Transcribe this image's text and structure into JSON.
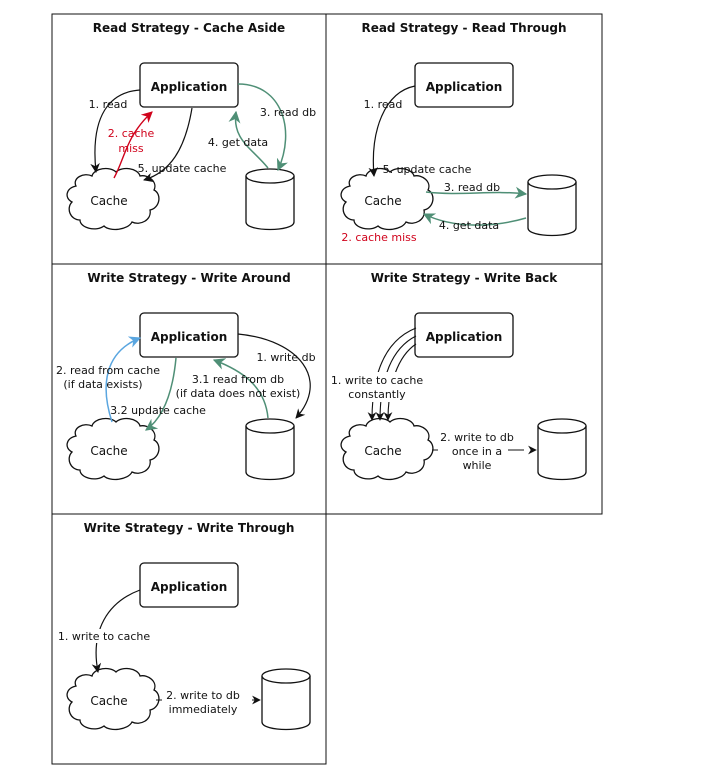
{
  "colors": {
    "ink": "#111111",
    "miss": "#d0021b",
    "dbArrow": "#4f8f76",
    "cacheArrow": "#5aa6e0"
  },
  "panels": {
    "cache_aside": {
      "title": "Read Strategy - Cache Aside",
      "app": "Application",
      "cache": "Cache",
      "step1": "1. read",
      "step2_line1": "2. cache",
      "step2_line2": "miss",
      "step3": "3. read db",
      "step4": "4. get data",
      "step5": "5. update cache"
    },
    "read_through": {
      "title": "Read Strategy - Read Through",
      "app": "Application",
      "cache": "Cache",
      "step1": "1. read",
      "step5": "5. update cache",
      "step3": "3. read db",
      "step4": "4. get data",
      "step2": "2. cache miss"
    },
    "write_around": {
      "title": "Write Strategy - Write Around",
      "app": "Application",
      "cache": "Cache",
      "step1": "1. write db",
      "step2_line1": "2. read from cache",
      "step2_line2": "(if data exists)",
      "step31_line1": "3.1 read from db",
      "step31_line2": "(if data does not exist)",
      "step32": "3.2 update cache"
    },
    "write_back": {
      "title": "Write Strategy - Write Back",
      "app": "Application",
      "cache": "Cache",
      "step1_line1": "1. write to cache",
      "step1_line2": "constantly",
      "step2_line1": "2. write to db",
      "step2_line2": "once in a",
      "step2_line3": "while"
    },
    "write_through": {
      "title": "Write Strategy - Write Through",
      "app": "Application",
      "cache": "Cache",
      "step1": "1. write to cache",
      "step2_line1": "2. write to db",
      "step2_line2": "immediately"
    }
  }
}
